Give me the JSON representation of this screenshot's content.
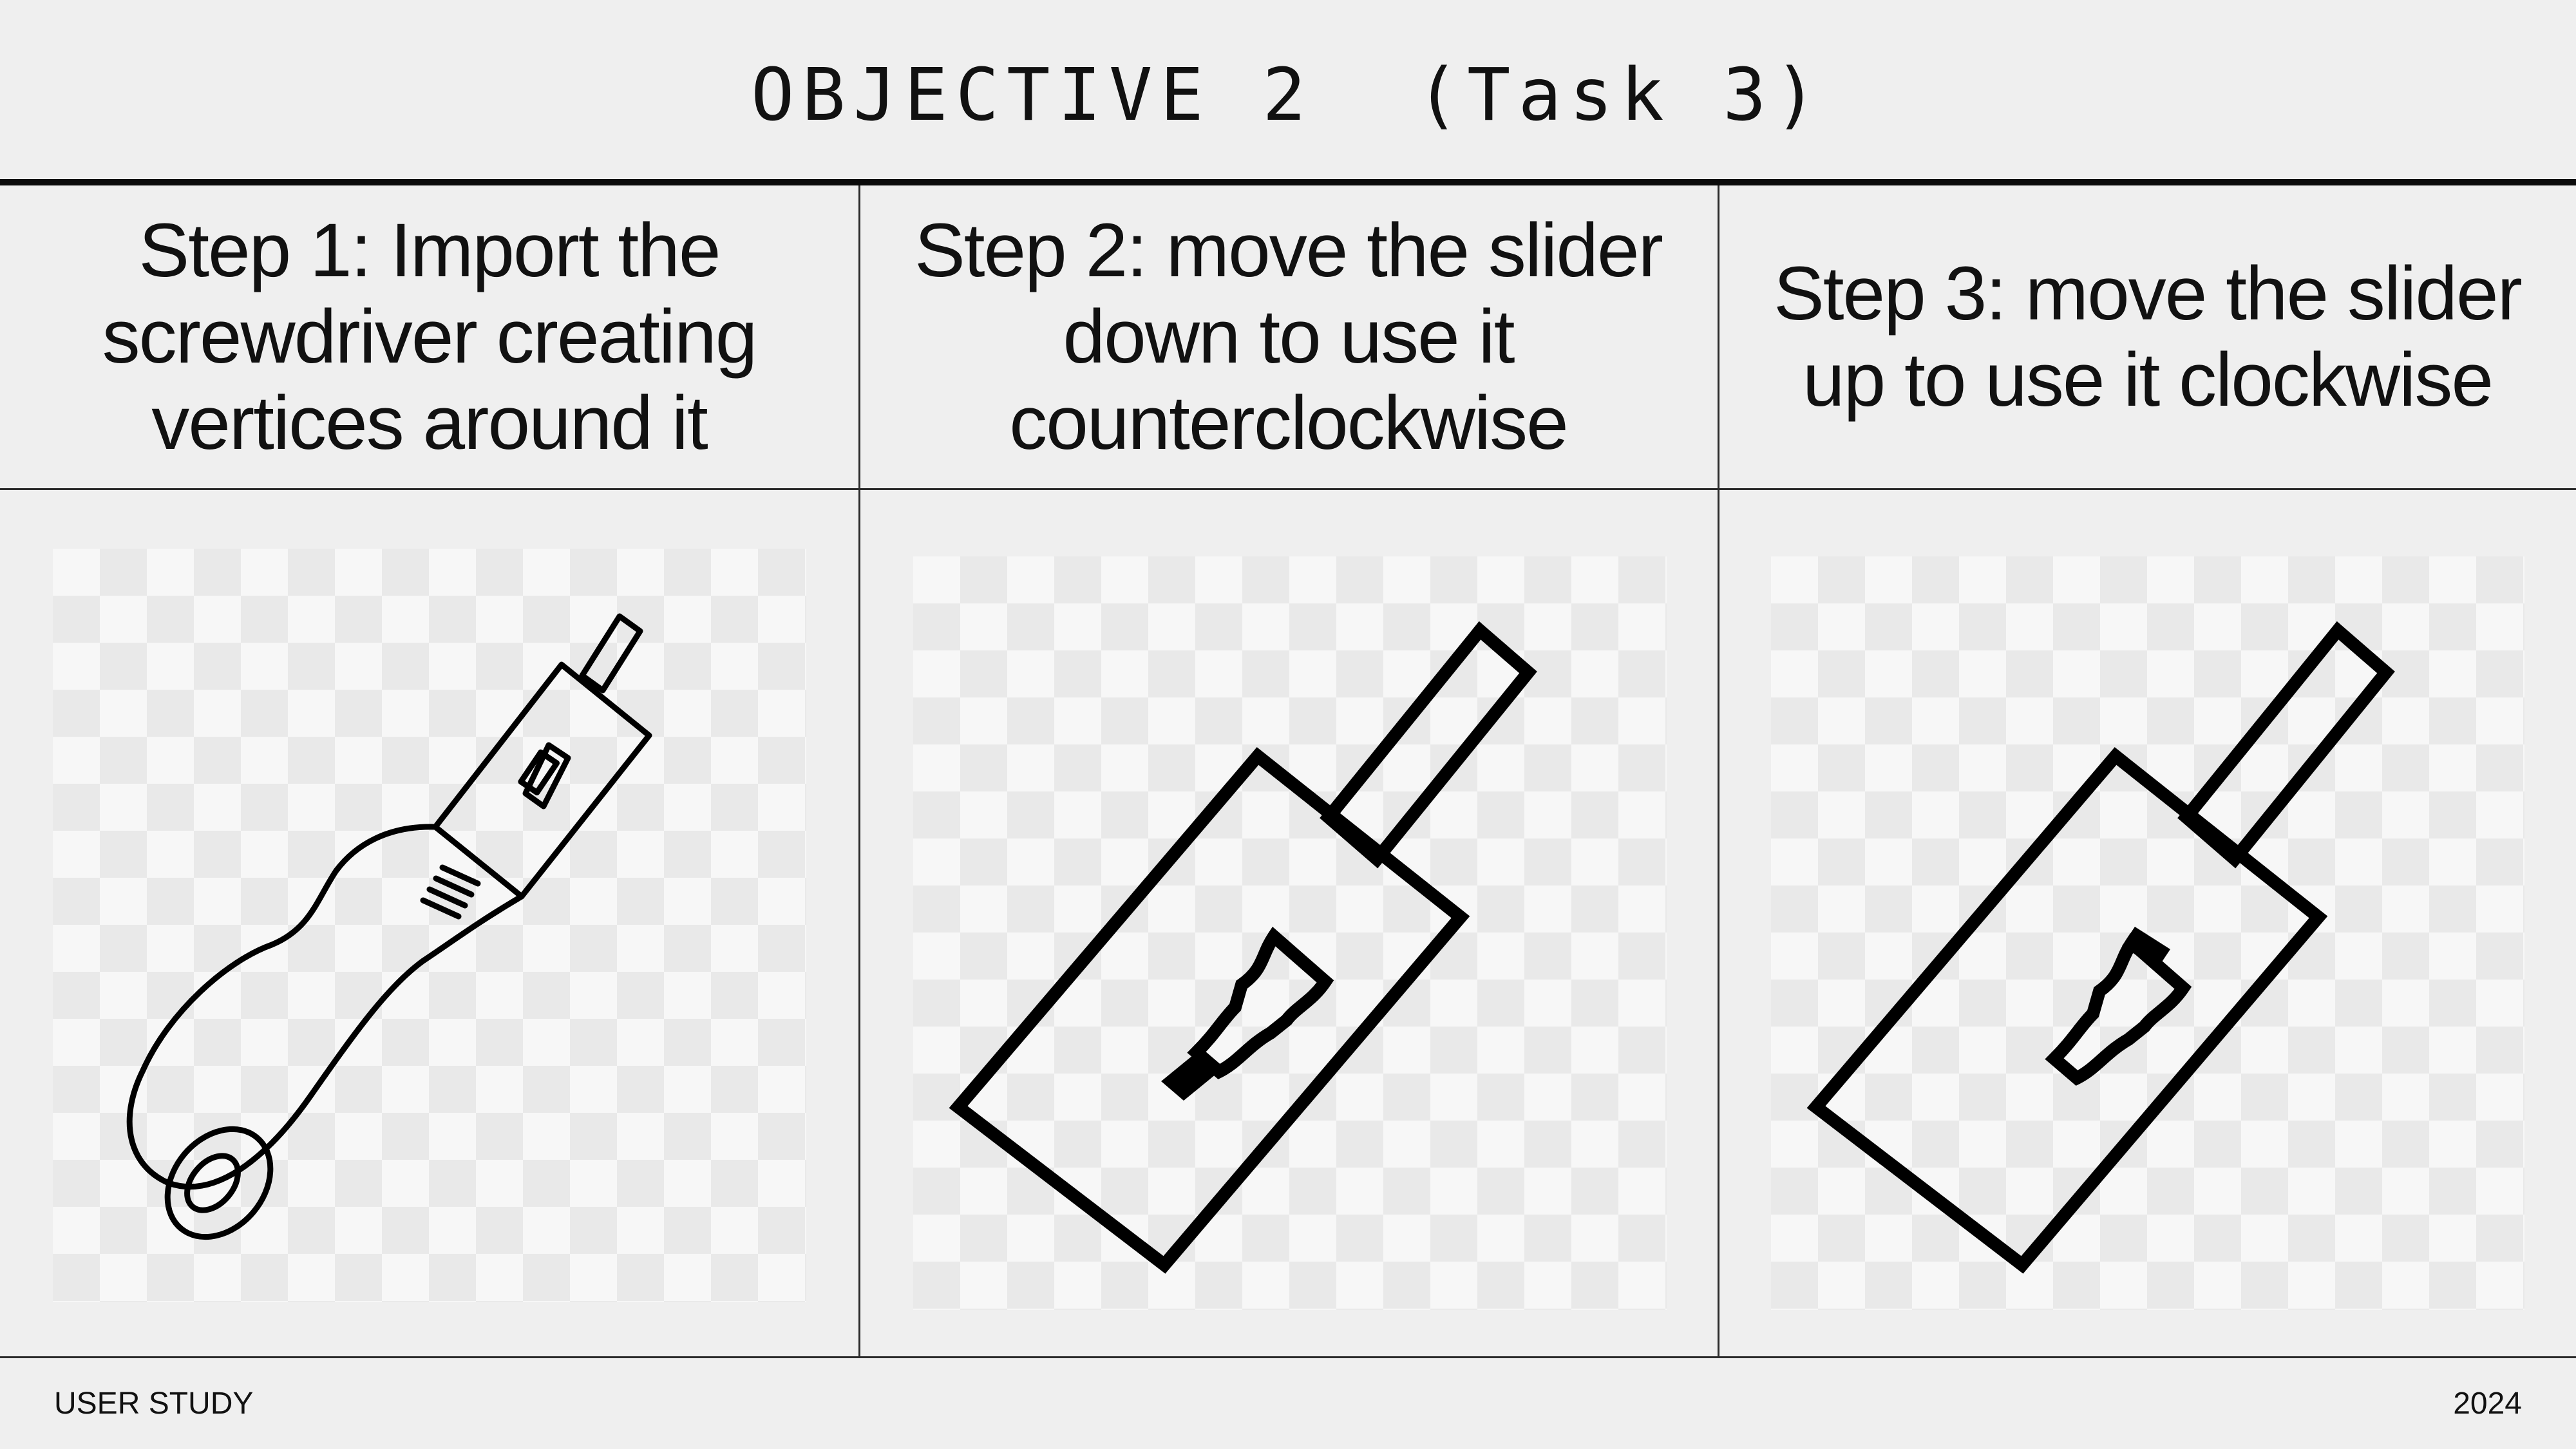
{
  "header": {
    "title": "OBJECTIVE 2  (Task 3)"
  },
  "steps": [
    {
      "label": "Step 1: Import the screwdriver creating vertices around it"
    },
    {
      "label": "Step 2: move the slider down to use it counterclockwise"
    },
    {
      "label": "Step 3: move the slider up to use it clockwise"
    }
  ],
  "footer": {
    "left": "USER STUDY",
    "right": "2024"
  },
  "colors": {
    "background": "#efefef",
    "ink": "#111111",
    "checker_light": "#f7f7f7",
    "checker_dark": "#e9e9e9"
  }
}
